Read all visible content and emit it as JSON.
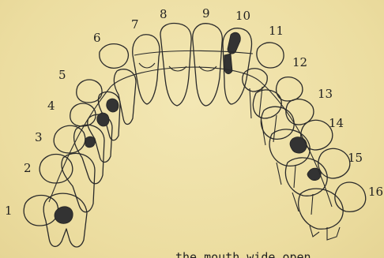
{
  "figure": {
    "tooth_numbers": [
      "1",
      "2",
      "3",
      "4",
      "5",
      "6",
      "7",
      "8",
      "9",
      "10",
      "11",
      "12",
      "13",
      "14",
      "15",
      "16"
    ],
    "caption_partial": "the mouth wide open"
  }
}
